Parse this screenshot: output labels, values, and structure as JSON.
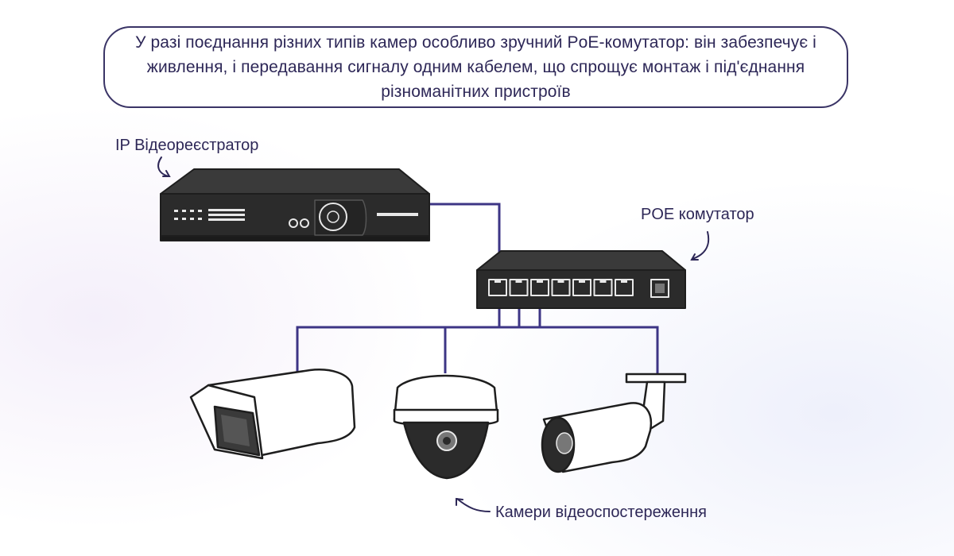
{
  "note": {
    "text": "У разі поєднання різних типів камер особливо зручний PoE-комутатор: він забезпечує і живлення, і передавання сигналу одним кабелем, що спрощує монтаж і під'єднання різноманітних пристроїв"
  },
  "labels": {
    "nvr": "IP Відеореєстратор",
    "switch": "POE комутатор",
    "cameras": "Камери відеоспостереження"
  },
  "colors": {
    "cable": "#3d3585",
    "text": "#2d2757",
    "device_dark": "#2b2b2b",
    "device_outline": "#1e1e1e"
  },
  "devices": {
    "switch_ports": 7
  }
}
